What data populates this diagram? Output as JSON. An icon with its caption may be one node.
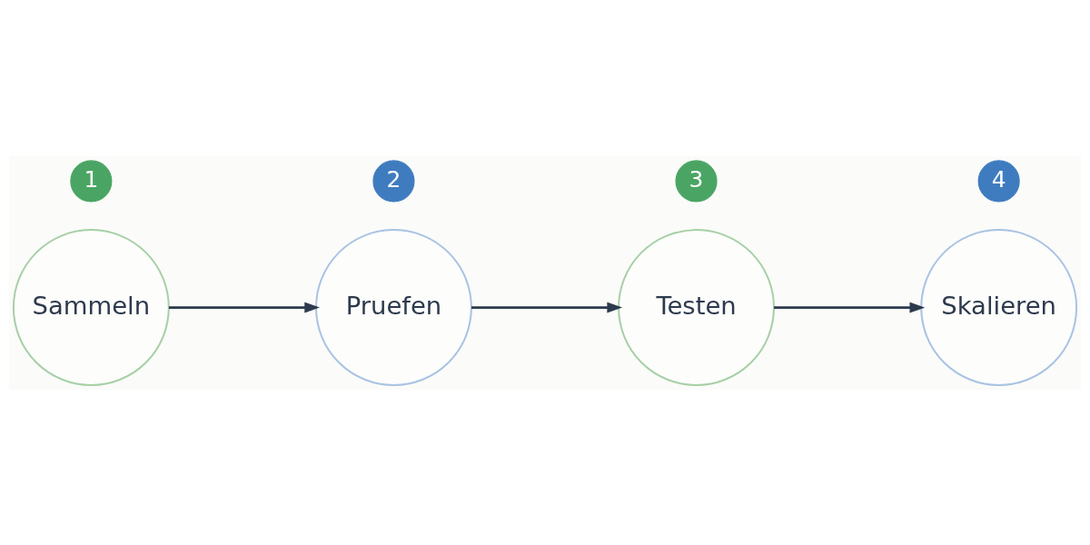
{
  "diagram": {
    "nodes": [
      {
        "text": [
          "1"
        ]
      },
      {
        "text": [
          "Sammeln"
        ]
      },
      {
        "text": [
          "2"
        ]
      },
      {
        "text": [
          "Pruefen"
        ]
      },
      {
        "text": [
          "3"
        ]
      },
      {
        "text": [
          "Testen"
        ]
      },
      {
        "text": [
          "4"
        ]
      },
      {
        "text": [
          "Skalieren"
        ]
      }
    ],
    "edges": [
      {
        "from": 1,
        "to": 3,
        "arrow": "to"
      },
      {
        "from": 3,
        "to": 5,
        "arrow": "to"
      },
      {
        "from": 5,
        "to": 7,
        "arrow": "to"
      }
    ]
  }
}
